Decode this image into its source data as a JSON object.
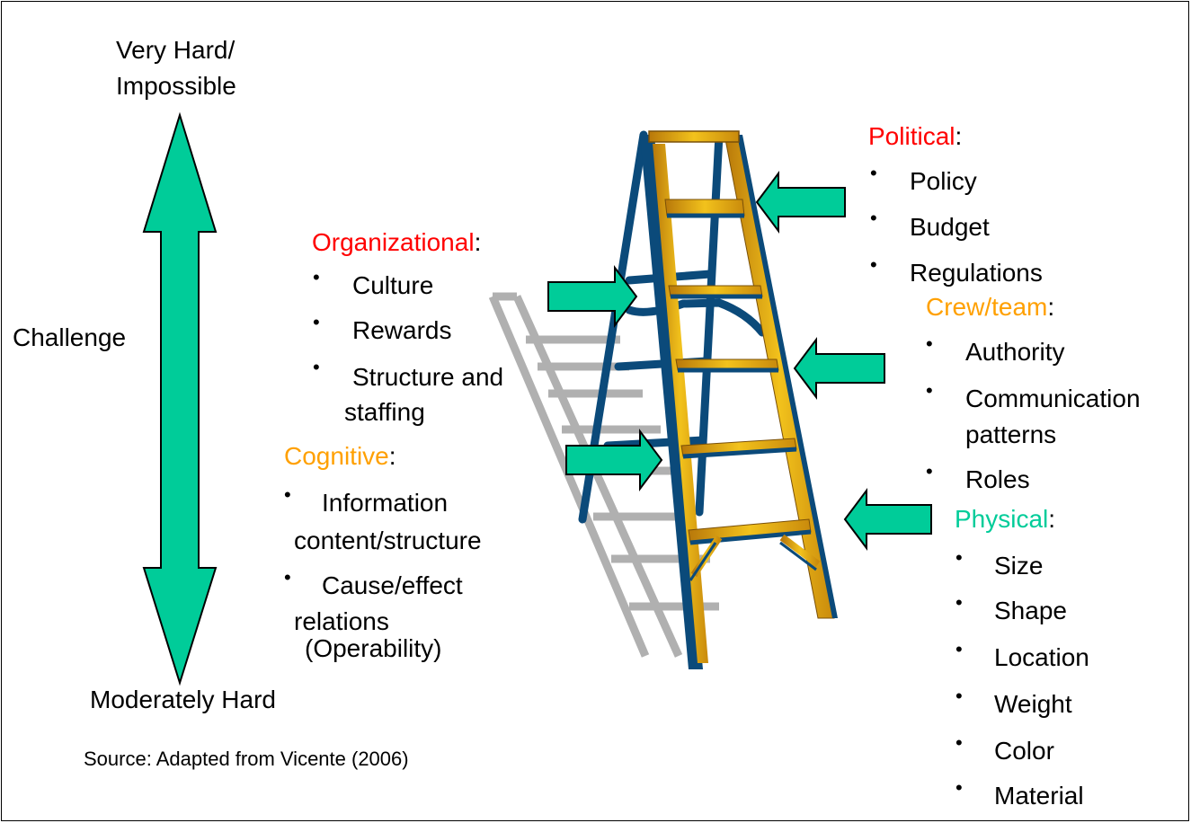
{
  "scale": {
    "top_label_line1": "Very Hard/",
    "top_label_line2": "Impossible",
    "middle_label": "Challenge",
    "bottom_label": "Moderately Hard"
  },
  "source": "Source: Adapted from Vicente (2006)",
  "organizational": {
    "heading": "Organizational",
    "items": [
      "Culture",
      "Rewards",
      "Structure and",
      "staffing"
    ]
  },
  "cognitive": {
    "heading": "Cognitive",
    "items": [
      "Information",
      "content/structure",
      "Cause/effect",
      "relations",
      "(Operability)"
    ]
  },
  "political": {
    "heading": "Political",
    "items": [
      "Policy",
      "Budget",
      "Regulations"
    ]
  },
  "crew": {
    "heading": "Crew/team",
    "items": [
      "Authority",
      "Communication",
      "patterns",
      "Roles"
    ]
  },
  "physical": {
    "heading": "Physical",
    "items": [
      "Size",
      "Shape",
      "Location",
      "Weight",
      "Color",
      "Material"
    ]
  },
  "colors": {
    "political": "#ff0000",
    "organizational": "#ff0000",
    "cognitive": "#ffa000",
    "crew": "#ffa000",
    "physical": "#00cc99",
    "arrow_fill": "#00cc99",
    "ladder_blue": "#0b4a7a",
    "ladder_gold": "#e0a516",
    "shadow": "#b3b3b3"
  },
  "symbol": ":",
  "bullet": "•"
}
